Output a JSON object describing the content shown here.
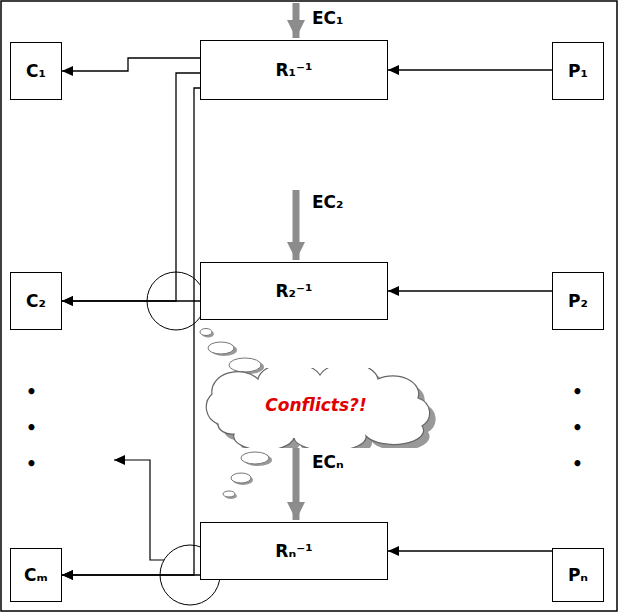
{
  "diagram": {
    "nodes": [
      {
        "text": [
          "C₁"
        ]
      },
      {
        "text": [
          "R₁⁻¹"
        ]
      },
      {
        "text": [
          "P₁"
        ]
      },
      {
        "text": [
          "C₂"
        ]
      },
      {
        "text": [
          "R₂⁻¹"
        ]
      },
      {
        "text": [
          "P₂"
        ]
      },
      {
        "text": [
          "Conflicts?!"
        ]
      },
      {
        "text": [
          "Cₘ"
        ]
      },
      {
        "text": [
          "Rₙ⁻¹"
        ]
      },
      {
        "text": [
          "Pₙ"
        ]
      }
    ],
    "edges": [
      {
        "from": 2,
        "to": 1,
        "arrow": "to"
      },
      {
        "from": 1,
        "to": 0,
        "arrow": "to"
      },
      {
        "from": 1,
        "to": 3,
        "arrow": "to"
      },
      {
        "from": 4,
        "to": 3,
        "arrow": "to"
      },
      {
        "from": 5,
        "to": 4,
        "arrow": "to"
      },
      {
        "from": 1,
        "to": 7,
        "arrow": "to"
      },
      {
        "from": 8,
        "to": 7,
        "arrow": "to"
      },
      {
        "from": 9,
        "to": 8,
        "arrow": "to"
      }
    ],
    "labels": [
      "EC₁",
      "EC₂",
      "•",
      "•",
      "•",
      "•",
      "•",
      "•",
      "ECₙ"
    ]
  }
}
